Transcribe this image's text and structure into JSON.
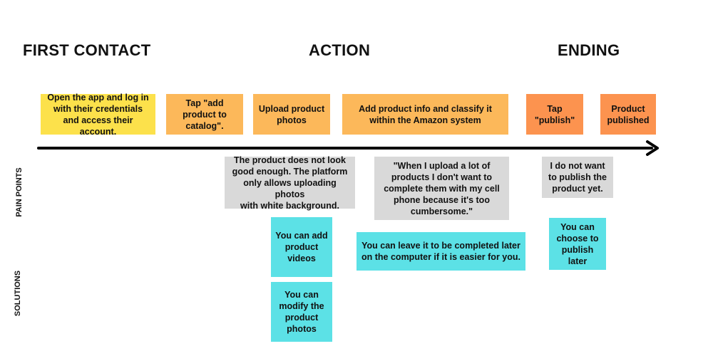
{
  "phases": {
    "first_contact": "FIRST CONTACT",
    "action": "ACTION",
    "ending": "ENDING"
  },
  "side_labels": {
    "pain_points": "PAIN POINTS",
    "solutions": "SOLUTIONS"
  },
  "steps": [
    "Open the app and log in\nwith their credentials\nand access their account.",
    "Tap \"add\nproduct to\ncatalog\".",
    "Upload product\nphotos",
    "Add product info and classify it\nwithin the Amazon system",
    "Tap\n\"publish\"",
    "Product\npublished"
  ],
  "pain_points": [
    "The product does not look\ngood enough. The platform\nonly allows uploading photos\nwith white background.",
    "\"When I upload a lot of\nproducts I don't want to\ncomplete them with my cell\nphone because it's too\ncumbersome.\"",
    "I do not want\nto publish the\nproduct yet."
  ],
  "solutions": [
    "You can add\nproduct\nvideos",
    "You can\nmodify the\nproduct\nphotos",
    "You can leave it to be completed later\non the computer if it is easier for you.",
    "You can\nchoose to\npublish\nlater"
  ],
  "colors": {
    "step_yellow": "#fce14b",
    "step_light_orange": "#fcb85a",
    "step_orange": "#fc934f",
    "pain_gray": "#d9d9d9",
    "solution_cyan": "#5ce1e6",
    "arrow": "#000000"
  }
}
